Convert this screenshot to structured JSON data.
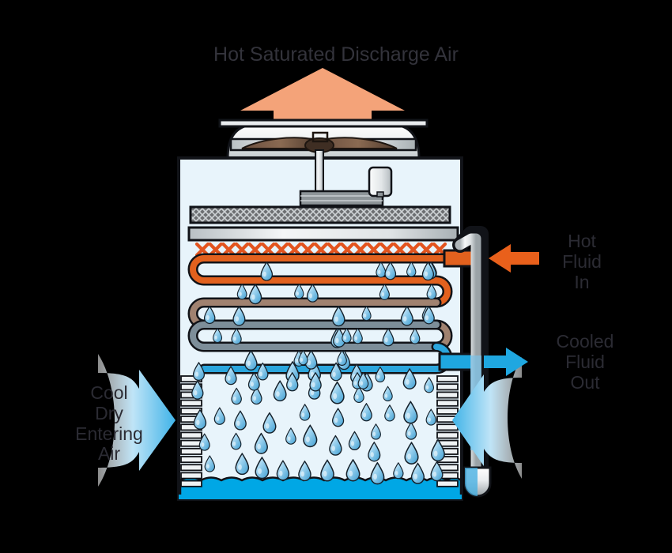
{
  "diagram": {
    "type": "closed-circuit-cooling-tower",
    "title": "Hot Saturated Discharge Air"
  },
  "labels": {
    "title": "Hot Saturated Discharge Air",
    "hot_fluid_in": "Hot\nFluid\nIn",
    "cooled_fluid_out": "Cooled\nFluid\nOut",
    "cool_dry_entering_air": "Cool\nDry\nEntering\nAir"
  },
  "colors": {
    "background": "#000000",
    "discharge_air": "#f4a379",
    "hot_fluid": "#e2611e",
    "coil_mid_warm": "#a08270",
    "coil_mid_cool": "#7d8e99",
    "cooled_fluid": "#2ba6dd",
    "basin_water": "#00a7e5",
    "air_arrow": "#3fb3e8",
    "casing_fill": "#e8f4fb",
    "outline": "#111318",
    "nozzle_x": "#e2541f",
    "metal_light": "#f2f4f5",
    "metal_dark": "#9aa2a6",
    "drift_eliminator": "#6d6f72",
    "text": "#2b2b33",
    "droplet": "#59b5e3"
  },
  "components": {
    "discharge_arrow": "upward-salmon-arrow",
    "fan_stack": "fan-shroud-cowl",
    "fan_blade": "propeller-fan",
    "fan_shaft": "vertical-drive-shaft",
    "motor": "electric-motor",
    "motor_base": "gearbox-support-platform",
    "drift_eliminator": "mesh-drift-eliminator",
    "spray_header": "spray-water-header",
    "spray_nozzles": "nozzle-row",
    "nozzle_count": 19,
    "coil": "serpentine-heat-exchanger-coil",
    "coil_passes": 4,
    "inlet_port": "hot-fluid-inlet-port",
    "outlet_port": "cooled-fluid-outlet-port",
    "riser_pipe": "external-water-riser-pipe",
    "pump": "circulating-water-pump",
    "louvers_left": "air-inlet-louvers",
    "louvers_right": "air-inlet-louvers",
    "basin": "cold-water-collection-basin",
    "rain_zone": "falling-water-droplets",
    "droplet_count": 72,
    "inlet_arrow": "hot-fluid-in-arrow",
    "outlet_arrow": "cooled-fluid-out-arrow",
    "air_inlet_arrow_left": "cool-air-inlet-arrow",
    "air_inlet_arrow_right": "cool-air-inlet-arrow"
  }
}
